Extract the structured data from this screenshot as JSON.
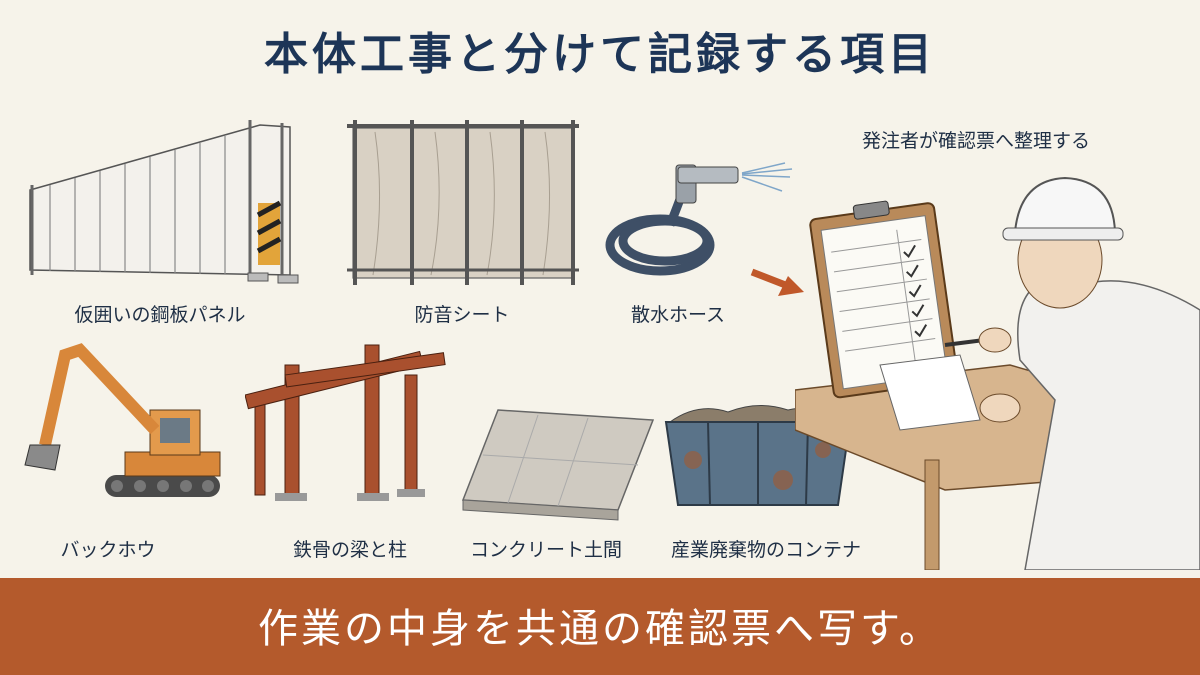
{
  "title": "本体工事と分けて記録する項目",
  "note": "発注者が確認票へ整理する",
  "items": [
    {
      "label": "仮囲いの鋼板パネル",
      "icon": "steel-fence-panel-icon"
    },
    {
      "label": "防音シート",
      "icon": "soundproof-sheet-icon"
    },
    {
      "label": "散水ホース",
      "icon": "water-hose-icon"
    },
    {
      "label": "バックホウ",
      "icon": "backhoe-icon"
    },
    {
      "label": "鉄骨の梁と柱",
      "icon": "steel-frame-icon"
    },
    {
      "label": "コンクリート土間",
      "icon": "concrete-slab-icon"
    },
    {
      "label": "産業廃棄物のコンテナ",
      "icon": "waste-container-icon"
    }
  ],
  "banner": "作業の中身を共通の確認票へ写す。",
  "colors": {
    "banner": "#b45a2c",
    "title": "#1d3557",
    "background": "#f6f3ea",
    "arrow": "#c0582a"
  }
}
